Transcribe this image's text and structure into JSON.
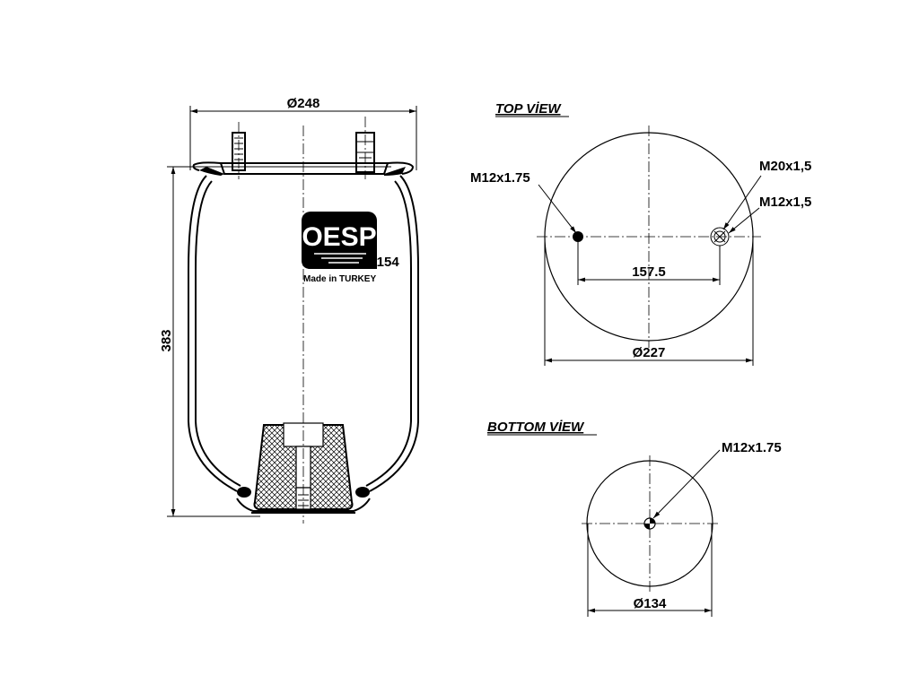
{
  "side_view": {
    "diameter_label": "Ø248",
    "height_label": "383",
    "brand": "OESP",
    "part_number": "94154",
    "origin": "Made in TURKEY"
  },
  "top_view": {
    "title": "TOP VİEW",
    "left_thread": "M12x1.75",
    "right_thread_outer": "M20x1,5",
    "right_thread_inner": "M12x1,5",
    "spacing_label": "157.5",
    "diameter_label": "Ø227"
  },
  "bottom_view": {
    "title": "BOTTOM VİEW",
    "thread": "M12x1.75",
    "diameter_label": "Ø134"
  }
}
